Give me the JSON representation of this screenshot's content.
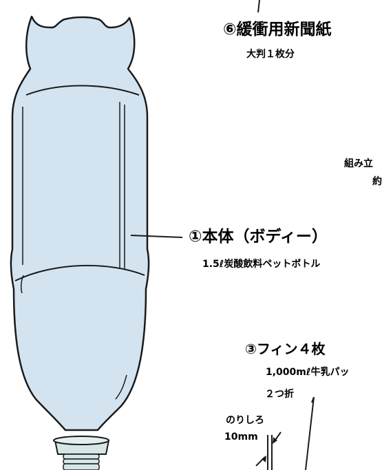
{
  "labels": {
    "newspaper_title": "⑥緩衝用新聞紙",
    "newspaper_sub": "大判１枚分",
    "assembly_line1": "組み立",
    "assembly_line2": "約",
    "body_title": "①本体（ボディー）",
    "body_sub": "1.5ℓ炭酸飲料ペットボトル",
    "fin_title": "③フィン４枚",
    "fin_sub": "1,000mℓ牛乳パッ",
    "fold_note": "２つ折",
    "glue_margin": "のりしろ",
    "glue_size": "10mm"
  },
  "colors": {
    "bottle_fill": "#d3e3ef",
    "neck_fill": "#d6e6e6",
    "outline": "#1a1a1a"
  }
}
